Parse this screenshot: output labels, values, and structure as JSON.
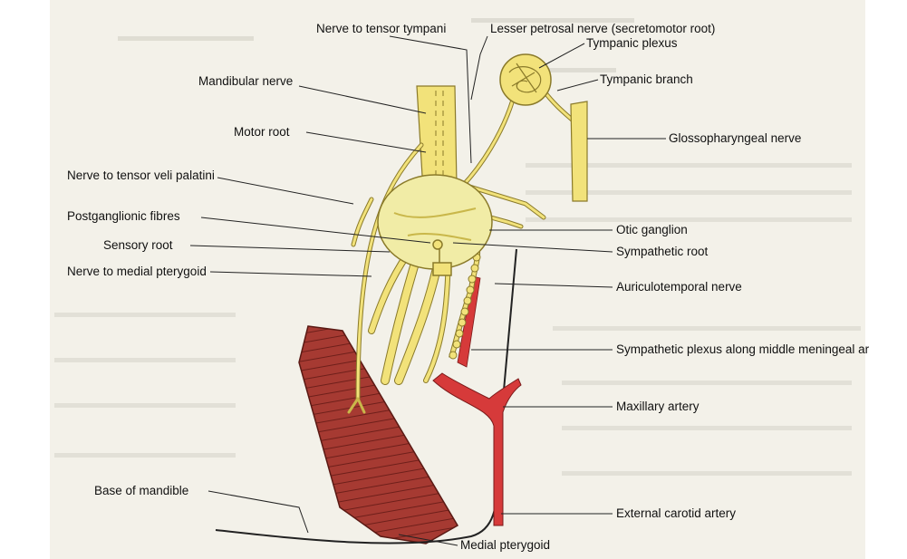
{
  "labels": {
    "nerve_to_tensor_tympani": "Nerve to tensor tympani",
    "lesser_petrosal_nerve": "Lesser petrosal nerve (secretomotor root)",
    "tympanic_plexus": "Tympanic plexus",
    "tympanic_branch": "Tympanic branch",
    "mandibular_nerve": "Mandibular nerve",
    "motor_root": "Motor root",
    "glossopharyngeal_nerve": "Glossopharyngeal nerve",
    "nerve_to_tensor_veli_palatini": "Nerve to tensor veli palatini",
    "postganglionic_fibres": "Postganglionic fibres",
    "otic_ganglion": "Otic ganglion",
    "sensory_root": "Sensory root",
    "sympathetic_root": "Sympathetic root",
    "nerve_to_medial_pterygoid": "Nerve to medial pterygoid",
    "auriculotemporal_nerve": "Auriculotemporal nerve",
    "sympathetic_plexus": "Sympathetic plexus along middle meningeal ar",
    "maxillary_artery": "Maxillary artery",
    "base_of_mandible": "Base of mandible",
    "external_carotid_artery": "External carotid artery",
    "medial_pterygoid": "Medial pterygoid"
  },
  "colors": {
    "nerve": "#f2e27a",
    "nerve_outline": "#8a7a2a",
    "ganglion": "#f1eca6",
    "artery": "#d63a3a",
    "muscle": "#a63a32",
    "page": "#f3f1e9"
  }
}
